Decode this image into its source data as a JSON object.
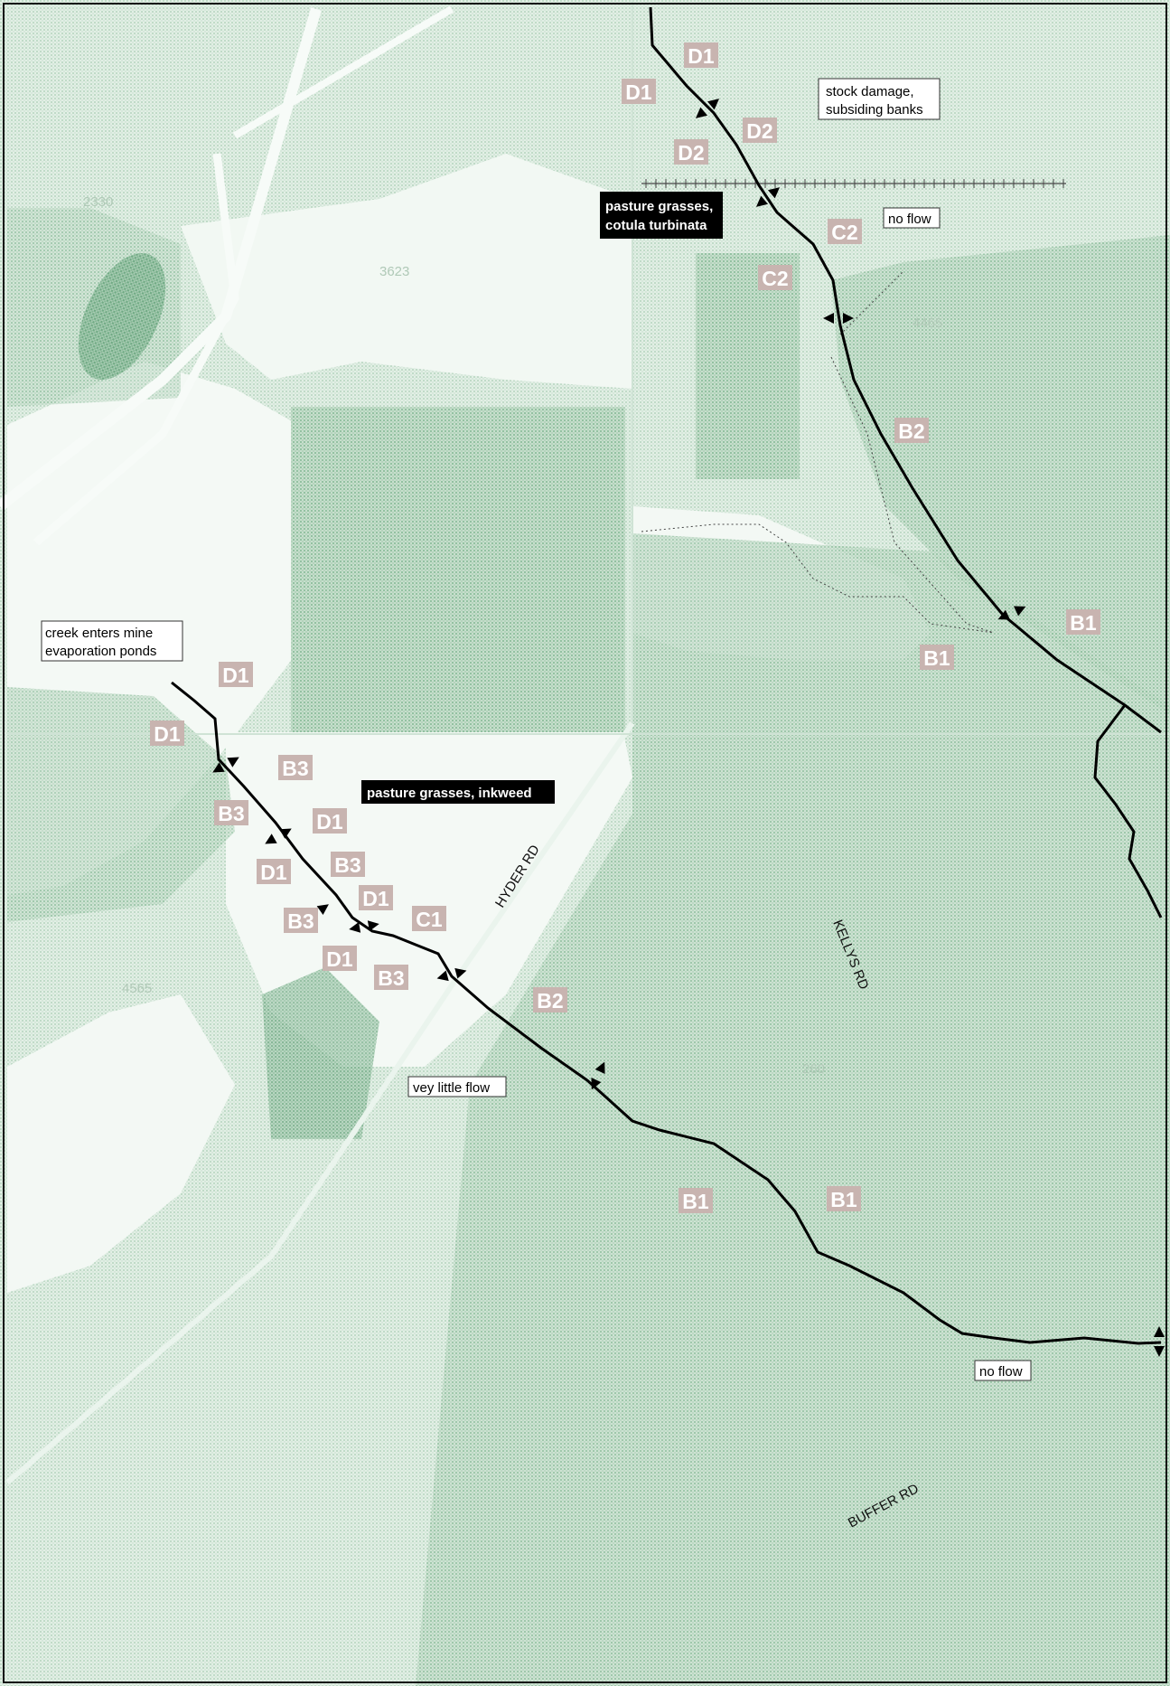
{
  "colors": {
    "background": "#ffffff",
    "vegetation_light": "#dbeadf",
    "vegetation_mid": "#b8d6c1",
    "vegetation_dark": "#8fbf9e",
    "zone_label_bg": "#c8b4b0",
    "creek_line": "#000000"
  },
  "icons": {
    "reach_boundary": "arrow-pair-icon"
  },
  "zone_labels": [
    {
      "id": "d1-a",
      "text": "D1"
    },
    {
      "id": "d1-b",
      "text": "D1"
    },
    {
      "id": "d2-a",
      "text": "D2"
    },
    {
      "id": "d2-b",
      "text": "D2"
    },
    {
      "id": "c2-a",
      "text": "C2"
    },
    {
      "id": "c2-b",
      "text": "C2"
    },
    {
      "id": "b2-a",
      "text": "B2"
    },
    {
      "id": "b1-a",
      "text": "B1"
    },
    {
      "id": "b1-b",
      "text": "B1"
    },
    {
      "id": "d1-c",
      "text": "D1"
    },
    {
      "id": "d1-d",
      "text": "D1"
    },
    {
      "id": "b3-a",
      "text": "B3"
    },
    {
      "id": "b3-b",
      "text": "B3"
    },
    {
      "id": "d1-e",
      "text": "D1"
    },
    {
      "id": "d1-f",
      "text": "D1"
    },
    {
      "id": "b3-c",
      "text": "B3"
    },
    {
      "id": "d1-g",
      "text": "D1"
    },
    {
      "id": "b3-d",
      "text": "B3"
    },
    {
      "id": "c1-a",
      "text": "C1"
    },
    {
      "id": "d1-h",
      "text": "D1"
    },
    {
      "id": "b3-e",
      "text": "B3"
    },
    {
      "id": "b2-b",
      "text": "B2"
    },
    {
      "id": "b1-c",
      "text": "B1"
    },
    {
      "id": "b1-d",
      "text": "B1"
    }
  ],
  "notes": [
    {
      "id": "stock-damage",
      "lines": [
        "stock damage,",
        "subsiding banks"
      ],
      "style": "white"
    },
    {
      "id": "pasture-cotula",
      "lines": [
        "pasture grasses,",
        "cotula turbinata"
      ],
      "style": "black"
    },
    {
      "id": "no-flow-top",
      "lines": [
        "no flow"
      ],
      "style": "white"
    },
    {
      "id": "creek-enters",
      "lines": [
        "creek enters mine",
        "evaporation  ponds"
      ],
      "style": "white"
    },
    {
      "id": "pasture-inkweed",
      "lines": [
        "pasture grasses, inkweed"
      ],
      "style": "black"
    },
    {
      "id": "very-little-flow",
      "lines": [
        "vey little flow"
      ],
      "style": "white"
    },
    {
      "id": "no-flow-bottom",
      "lines": [
        "no flow"
      ],
      "style": "white"
    }
  ],
  "roads": [
    {
      "id": "hyder-rd",
      "text": "HYDER RD"
    },
    {
      "id": "kellys-rd",
      "text": "KELLYS RD"
    },
    {
      "id": "buffer-rd",
      "text": "BUFFER RD"
    }
  ],
  "lot_numbers": [
    {
      "id": "lot-a",
      "text": "2330"
    },
    {
      "id": "lot-b",
      "text": "3623"
    },
    {
      "id": "lot-c",
      "text": "4465"
    },
    {
      "id": "lot-d",
      "text": "4565"
    },
    {
      "id": "lot-e",
      "text": "260"
    }
  ]
}
